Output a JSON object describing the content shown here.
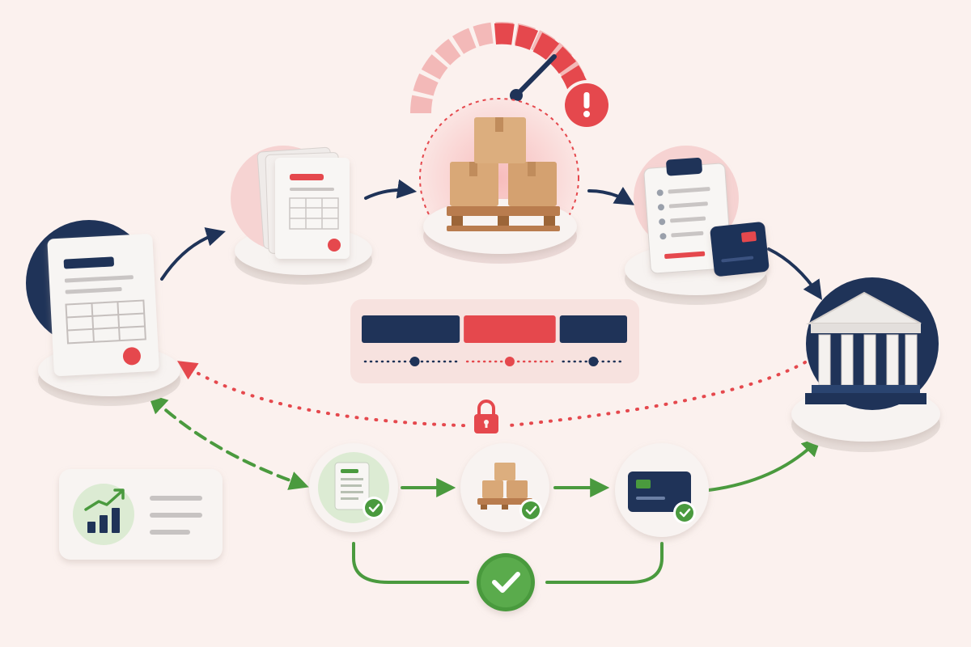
{
  "colors": {
    "background": "#fbf1ee",
    "navy": "#1f3358",
    "red": "#e5484d",
    "light_red": "#f6c9c9",
    "green": "#4a9a3e",
    "light_green": "#dcebd3",
    "cardboard": "#d9a877",
    "pallet": "#b97c4e",
    "paper": "#f7f5f3",
    "pedestal": "#f4efed"
  },
  "nodes": [
    {
      "id": "invoice",
      "icon": "invoice-document-icon",
      "stage": "start",
      "backdrop": "navy"
    },
    {
      "id": "documents",
      "icon": "document-stack-icon",
      "stage": "main-flow",
      "backdrop": "light-red"
    },
    {
      "id": "inventory",
      "icon": "inventory-boxes-icon",
      "stage": "main-flow",
      "backdrop": "red-highlight",
      "alert": true
    },
    {
      "id": "checklist-card",
      "icon": "clipboard-card-icon",
      "stage": "main-flow",
      "backdrop": "light-red"
    },
    {
      "id": "bank",
      "icon": "bank-building-icon",
      "stage": "end",
      "backdrop": "navy"
    }
  ],
  "gauge": {
    "icon": "speed-gauge-icon",
    "level": 0.75,
    "status": "high",
    "alert_icon": "exclamation-alert-icon"
  },
  "timeline": {
    "segments": [
      {
        "color": "navy",
        "share": 0.32
      },
      {
        "color": "red",
        "share": 0.3
      },
      {
        "color": "navy",
        "share": 0.22
      }
    ]
  },
  "lock_path": {
    "icon": "padlock-icon",
    "style": "dotted",
    "color": "red"
  },
  "fast_path": {
    "steps": [
      {
        "icon": "document-icon",
        "check": true
      },
      {
        "icon": "boxes-icon",
        "check": true
      },
      {
        "icon": "payment-card-icon",
        "check": true
      }
    ],
    "summary_icon": "check-icon",
    "color": "green"
  },
  "insight_card": {
    "icon": "growth-chart-icon",
    "line_count": 3
  }
}
